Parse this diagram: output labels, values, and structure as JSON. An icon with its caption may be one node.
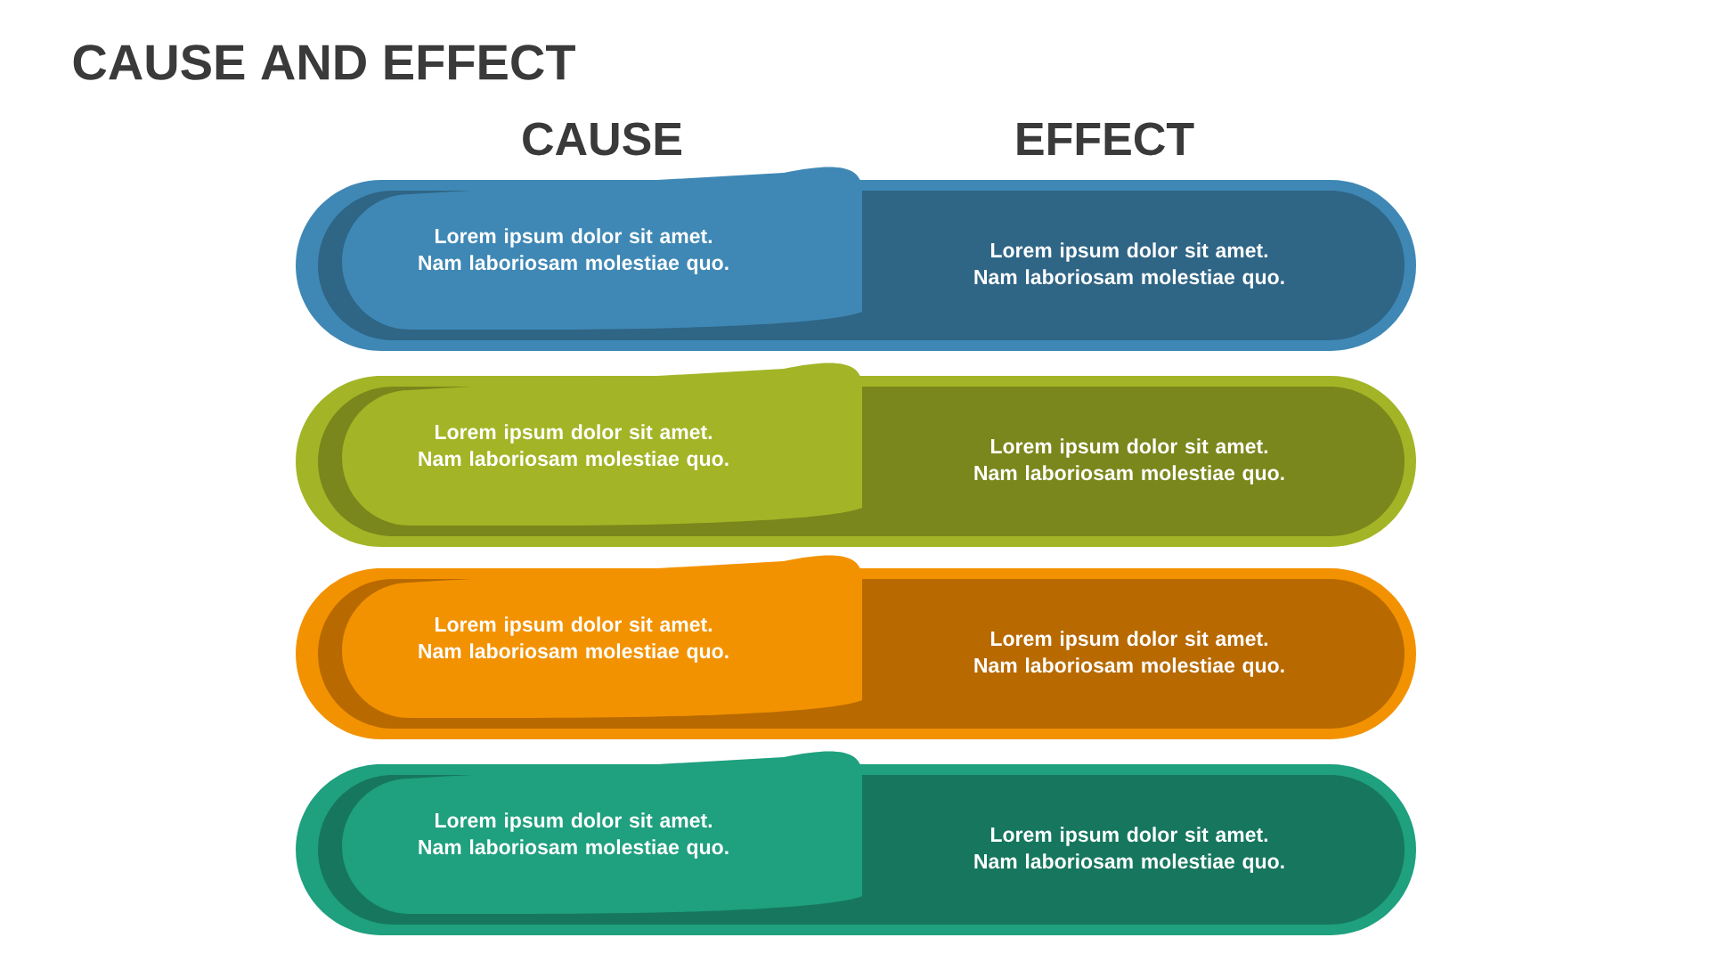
{
  "diagram": {
    "title": "CAUSE AND EFFECT",
    "nodes": [
      {
        "text": [],
        "shape": "box"
      },
      {
        "text": [
          "Lorem ipsum dolor sit amet. Nam laboriosam molestiae quo."
        ],
        "in": 0
      },
      {
        "text": [
          "Lorem ipsum dolor sit amet. Nam laboriosam molestiae quo."
        ],
        "in": 0
      },
      {
        "text": [],
        "shape": "box"
      },
      {
        "text": [
          "Lorem ipsum dolor sit amet. Nam laboriosam molestiae quo."
        ],
        "in": 3
      },
      {
        "text": [
          "Lorem ipsum dolor sit amet. Nam laboriosam molestiae quo."
        ],
        "in": 3
      },
      {
        "text": [],
        "shape": "box"
      },
      {
        "text": [
          "Lorem ipsum dolor sit amet. Nam laboriosam molestiae quo."
        ],
        "in": 6
      },
      {
        "text": [
          "Lorem ipsum dolor sit amet. Nam laboriosam molestiae quo."
        ],
        "in": 6
      },
      {
        "text": [],
        "shape": "box"
      },
      {
        "text": [
          "Lorem ipsum dolor sit amet. Nam laboriosam molestiae quo."
        ],
        "in": 9
      },
      {
        "text": [
          "Lorem ipsum dolor sit amet. Nam laboriosam molestiae quo."
        ],
        "in": 9
      }
    ],
    "edges": [],
    "labels": [
      "CAUSE",
      "EFFECT"
    ]
  }
}
